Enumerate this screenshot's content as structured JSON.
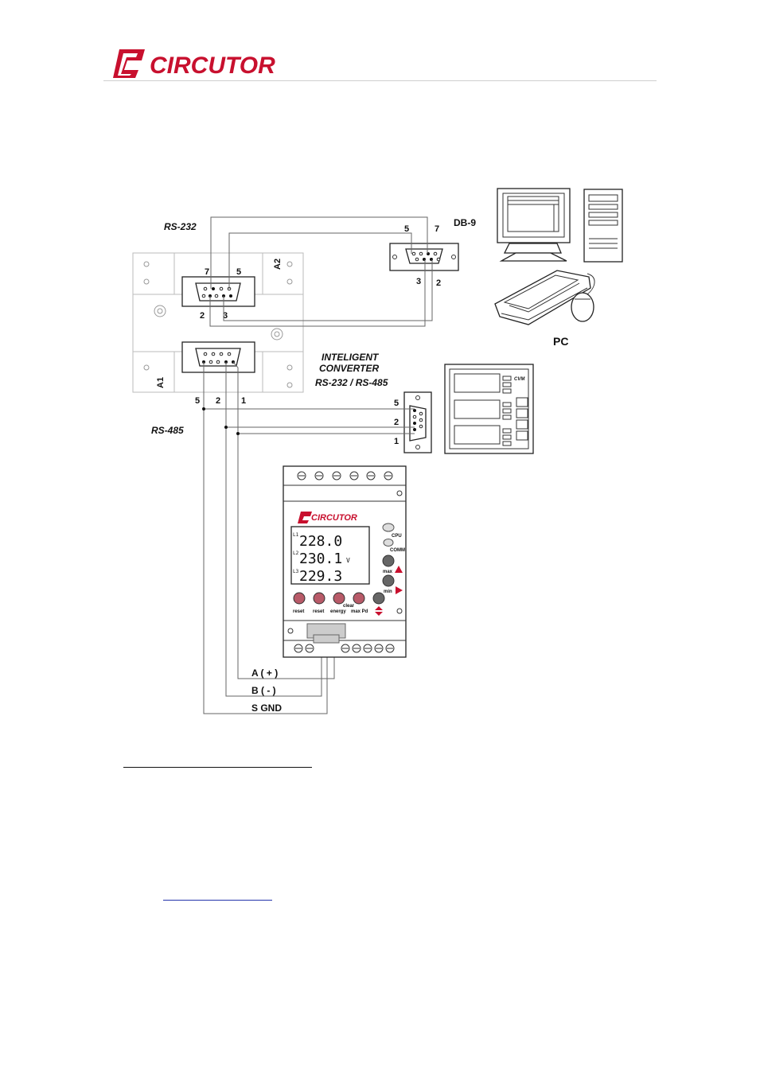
{
  "header": {
    "brand": "CIRCUTOR",
    "brand_color": "#c8102e"
  },
  "diagram": {
    "rs232_label": "RS-232",
    "rs485_label": "RS-485",
    "db9_label": "DB-9",
    "pc_label": "PC",
    "converter_label_1": "INTELIGENT",
    "converter_label_2": "CONVERTER",
    "converter_label_3": "RS-232 / RS-485",
    "rail_label_a1": "A1",
    "rail_label_a2": "A2",
    "conv_top_pins": {
      "p7": "7",
      "p5": "5",
      "p2": "2",
      "p3": "3"
    },
    "db9_pins": {
      "p5": "5",
      "p7": "7",
      "p3": "3",
      "p2": "2"
    },
    "conv_bottom_pins": {
      "p5": "5",
      "p2": "2",
      "p1": "1"
    },
    "cvm_conn_pins": {
      "p5": "5",
      "p2": "2",
      "p1": "1"
    },
    "cvm_panel_label": "CVM",
    "meter": {
      "brand": "CIRCUTOR",
      "line1_tag": "L1",
      "line1_value": "228.0",
      "line2_tag": "L2",
      "line2_value": "230.1",
      "line2_unit": "V",
      "line3_tag": "L3",
      "line3_value": "229.3",
      "cpu_label": "CPU",
      "comm_label": "COMM",
      "max_label": "max",
      "min_label": "min",
      "clear_label": "clear",
      "buttons": [
        "reset",
        "reset",
        "energy",
        "max Pd"
      ],
      "accent_color": "#c8102e"
    },
    "terminals": {
      "a_label": "A  ( + )",
      "b_label": "B  ( - )",
      "s_label": "S  GND"
    }
  }
}
